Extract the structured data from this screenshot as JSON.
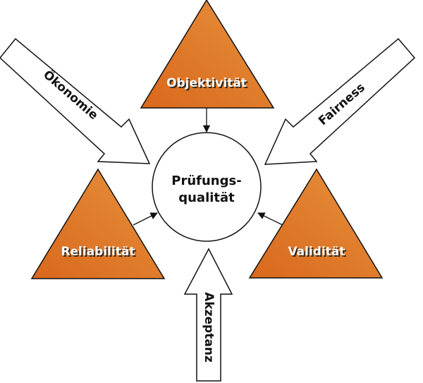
{
  "center": {
    "line1": "Prüfungs-",
    "line2": "qualität"
  },
  "triangles": [
    {
      "id": "objektivitaet",
      "label": "Objektivität"
    },
    {
      "id": "reliabilitaet",
      "label": "Reliabilität"
    },
    {
      "id": "validitaet",
      "label": "Validität"
    }
  ],
  "block_arrows": [
    {
      "id": "oekonomie",
      "label": "Ökonomie"
    },
    {
      "id": "fairness",
      "label": "Fairness"
    },
    {
      "id": "akzeptanz",
      "label": "Akzeptanz"
    }
  ],
  "colors": {
    "triangle_fill_light": "#E38A36",
    "triangle_fill_dark": "#DA6A1E",
    "stroke": "#111111",
    "background": "#FFFFFF"
  }
}
